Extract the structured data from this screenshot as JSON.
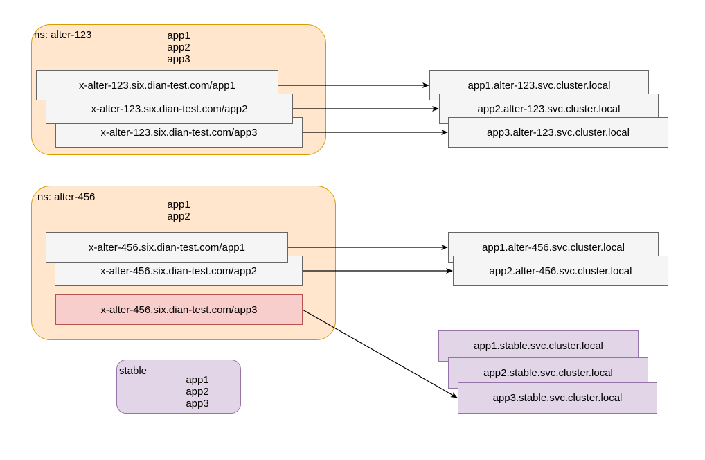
{
  "groups": {
    "alter123": {
      "label": "ns: alter-123",
      "apps": [
        "app1",
        "app2",
        "app3"
      ]
    },
    "alter456": {
      "label": "ns: alter-456",
      "apps": [
        "app1",
        "app2"
      ]
    },
    "stable": {
      "label": "stable",
      "apps": [
        "app1",
        "app2",
        "app3"
      ]
    }
  },
  "ingress": {
    "alter123": [
      "x-alter-123.six.dian-test.com/app1",
      "x-alter-123.six.dian-test.com/app2",
      "x-alter-123.six.dian-test.com/app3"
    ],
    "alter456": [
      "x-alter-456.six.dian-test.com/app1",
      "x-alter-456.six.dian-test.com/app2",
      "x-alter-456.six.dian-test.com/app3"
    ]
  },
  "services": {
    "alter123": [
      "app1.alter-123.svc.cluster.local",
      "app2.alter-123.svc.cluster.local",
      "app3.alter-123.svc.cluster.local"
    ],
    "alter456": [
      "app1.alter-456.svc.cluster.local",
      "app2.alter-456.svc.cluster.local"
    ],
    "stable": [
      "app1.stable.svc.cluster.local",
      "app2.stable.svc.cluster.local",
      "app3.stable.svc.cluster.local"
    ]
  },
  "colors": {
    "namespace_fill": "#ffe6cc",
    "namespace_stroke": "#d79b00",
    "node_fill": "#f5f5f5",
    "node_stroke": "#666666",
    "highlight_fill": "#f8cecc",
    "highlight_stroke": "#b85450",
    "stable_fill": "#e1d5e7",
    "stable_stroke": "#9673a6",
    "edge": "#000000"
  }
}
